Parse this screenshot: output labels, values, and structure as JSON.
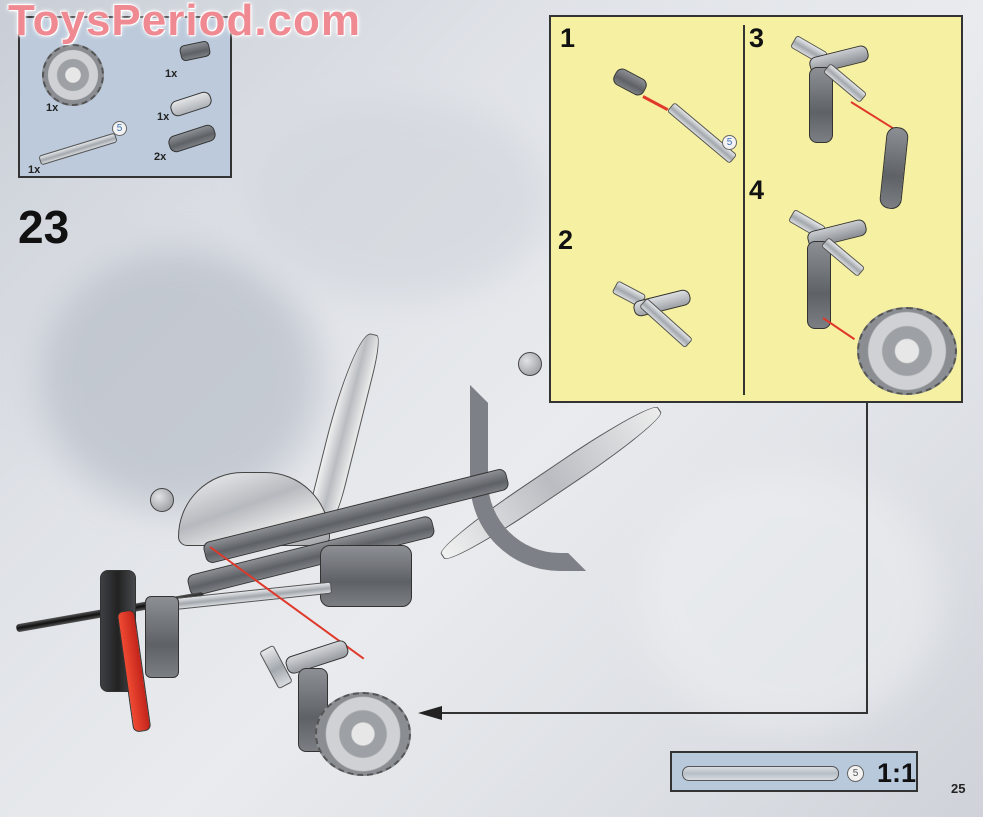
{
  "watermark": "ToysPeriod.com",
  "parts_list": {
    "items": [
      {
        "name": "gear-hub-assembly",
        "qty": "1x"
      },
      {
        "name": "axle-connector",
        "qty": "1x"
      },
      {
        "name": "beam-3-short",
        "qty": "1x"
      },
      {
        "name": "beam-3-dark",
        "qty": "2x"
      },
      {
        "name": "axle",
        "qty": "1x",
        "length": "5"
      }
    ]
  },
  "main_step": {
    "number": "23"
  },
  "sub_steps": [
    {
      "number": "1",
      "axle_length": "5"
    },
    {
      "number": "2"
    },
    {
      "number": "3"
    },
    {
      "number": "4"
    }
  ],
  "scale_reference": {
    "axle_length": "5",
    "label": "1:1"
  },
  "page_number": "25",
  "colors": {
    "substep_panel": "#f6f0a2",
    "parts_panel": "#bccadb",
    "scale_panel": "#b9c9dc",
    "assembly_arrow": "#e0392b",
    "watermark": "#f08a92",
    "red_beam": "#d9301f"
  }
}
